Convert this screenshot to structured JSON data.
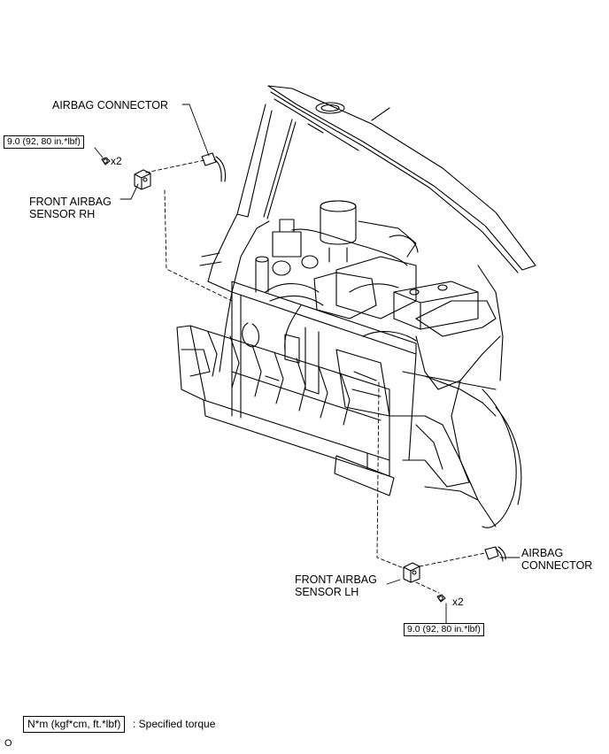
{
  "labels": {
    "airbag_connector_rh": "AIRBAG CONNECTOR",
    "sensor_rh_line1": "FRONT AIRBAG",
    "sensor_rh_line2": "SENSOR RH",
    "sensor_lh_line1": "FRONT AIRBAG",
    "sensor_lh_line2": "SENSOR LH",
    "airbag_connector_lh_line1": "AIRBAG",
    "airbag_connector_lh_line2": "CONNECTOR"
  },
  "torque": {
    "rh_value": "9.0 (92, 80 in.*lbf)",
    "lh_value": "9.0 (92, 80 in.*lbf)",
    "rh_qty": "x2",
    "lh_qty": "x2"
  },
  "legend": {
    "unit_box": "N*m (kgf*cm, ft.*lbf)",
    "description": ": Specified torque"
  },
  "figure_id": "O"
}
